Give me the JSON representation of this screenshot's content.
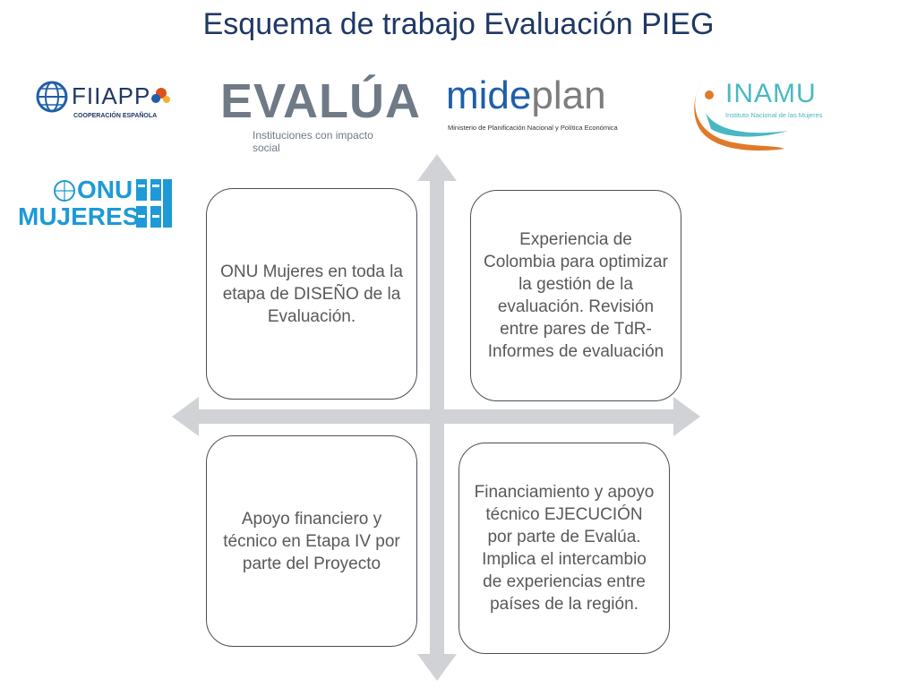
{
  "title": "Esquema de trabajo Evaluación PIEG",
  "logos": {
    "fiiapp": {
      "name": "FIIAPP",
      "sub": "COOPERACIÓN ESPAÑOLA"
    },
    "evalua": {
      "name": "EVALÚA",
      "sub": "Instituciones con impacto social"
    },
    "mideplan": {
      "name_a": "mide",
      "name_b": "plan",
      "sub": "Ministerio de Planificación Nacional y Política Económica"
    },
    "inamu": {
      "name": "INAMU",
      "sub": "Instituto Nacional de las Mujeres"
    },
    "onu_mujeres": {
      "line1": "ONU",
      "line2": "MUJERES"
    }
  },
  "quadrants": {
    "top_left": "ONU Mujeres en toda la etapa de DISEÑO de la Evaluación.",
    "top_right": "Experiencia de Colombia para optimizar la gestión de la evaluación. Revisión entre pares de TdR-Informes de evaluación",
    "bottom_left": "Apoyo financiero y técnico en Etapa IV por parte del Proyecto",
    "bottom_right": "Financiamiento y apoyo técnico EJECUCIÓN por parte de Evalúa.  Implica el intercambio de experiencias entre países de la región."
  },
  "colors": {
    "title": "#1f3864",
    "arrow": "#d0d2d6",
    "box_border": "#4a4f5a",
    "box_text": "#595959",
    "evalua": "#6f7a86",
    "evalua_accent": "#56b3a5",
    "mideplan_blue": "#1f5fa9",
    "mideplan_gray": "#7d7d7d",
    "inamu_teal": "#49b8c2",
    "inamu_orange": "#e07a2a",
    "onu_blue": "#1e9ad6"
  }
}
